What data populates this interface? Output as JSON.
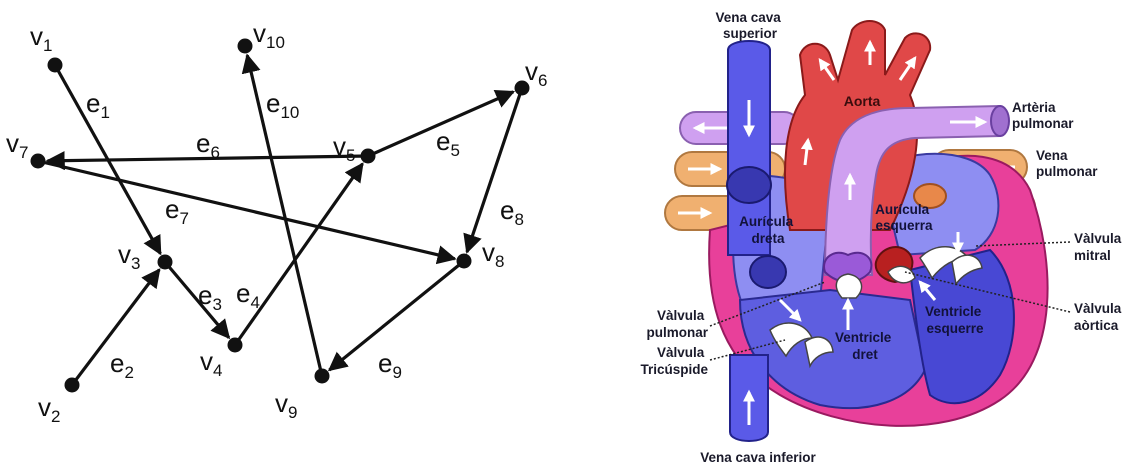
{
  "graph": {
    "vertices": [
      {
        "id": "v1",
        "letter": "v",
        "sub": "1"
      },
      {
        "id": "v2",
        "letter": "v",
        "sub": "2"
      },
      {
        "id": "v3",
        "letter": "v",
        "sub": "3"
      },
      {
        "id": "v4",
        "letter": "v",
        "sub": "4"
      },
      {
        "id": "v5",
        "letter": "v",
        "sub": "5"
      },
      {
        "id": "v6",
        "letter": "v",
        "sub": "6"
      },
      {
        "id": "v7",
        "letter": "v",
        "sub": "7"
      },
      {
        "id": "v8",
        "letter": "v",
        "sub": "8"
      },
      {
        "id": "v9",
        "letter": "v",
        "sub": "9"
      },
      {
        "id": "v10",
        "letter": "v",
        "sub": "10"
      }
    ],
    "edges": [
      {
        "id": "e1",
        "letter": "e",
        "sub": "1",
        "from": "v1",
        "to": "v3"
      },
      {
        "id": "e2",
        "letter": "e",
        "sub": "2",
        "from": "v2",
        "to": "v3"
      },
      {
        "id": "e3",
        "letter": "e",
        "sub": "3",
        "from": "v3",
        "to": "v4"
      },
      {
        "id": "e4",
        "letter": "e",
        "sub": "4",
        "from": "v4",
        "to": "v5"
      },
      {
        "id": "e5",
        "letter": "e",
        "sub": "5",
        "from": "v5",
        "to": "v6"
      },
      {
        "id": "e6",
        "letter": "e",
        "sub": "6",
        "from": "v5",
        "to": "v7"
      },
      {
        "id": "e7",
        "letter": "e",
        "sub": "7",
        "from": "v7",
        "to": "v8"
      },
      {
        "id": "e8",
        "letter": "e",
        "sub": "8",
        "from": "v6",
        "to": "v8"
      },
      {
        "id": "e9",
        "letter": "e",
        "sub": "9",
        "from": "v8",
        "to": "v9"
      },
      {
        "id": "e10",
        "letter": "e",
        "sub": "10",
        "from": "v9",
        "to": "v10"
      }
    ]
  },
  "heart": {
    "labels": {
      "vena_cava_superior": [
        "Vena cava",
        "superior"
      ],
      "aorta": "Aorta",
      "arteria_pulmonar": [
        "Artèria",
        "pulmonar"
      ],
      "vena_pulmonar": [
        "Vena",
        "pulmonar"
      ],
      "auricula_dreta": [
        "Aurícula",
        "dreta"
      ],
      "auricula_esquerra": [
        "Aurícula",
        "esquerra"
      ],
      "valvula_mitral": [
        "Vàlvula",
        "mitral"
      ],
      "valvula_aortica": [
        "Vàlvula",
        "aòrtica"
      ],
      "valvula_pulmonar": [
        "Vàlvula",
        "pulmonar"
      ],
      "valvula_tricuspide": [
        "Vàlvula",
        "Tricúspide"
      ],
      "ventricle_dret": [
        "Ventricle",
        "dret"
      ],
      "ventricle_esquerre": [
        "Ventricle",
        "esquerre"
      ],
      "vena_cava_inferior": "Vena cava inferior"
    },
    "colors": {
      "vena_cava": "#5a5ae8",
      "aorta": "#e04848",
      "pulmonary_artery": "#cfa0f0",
      "pulmonary_vein": "#f0b070",
      "ventricle_wall": "#e8409a",
      "right_chambers": "#8e8ef2",
      "left_chambers": "#5252dc"
    }
  }
}
